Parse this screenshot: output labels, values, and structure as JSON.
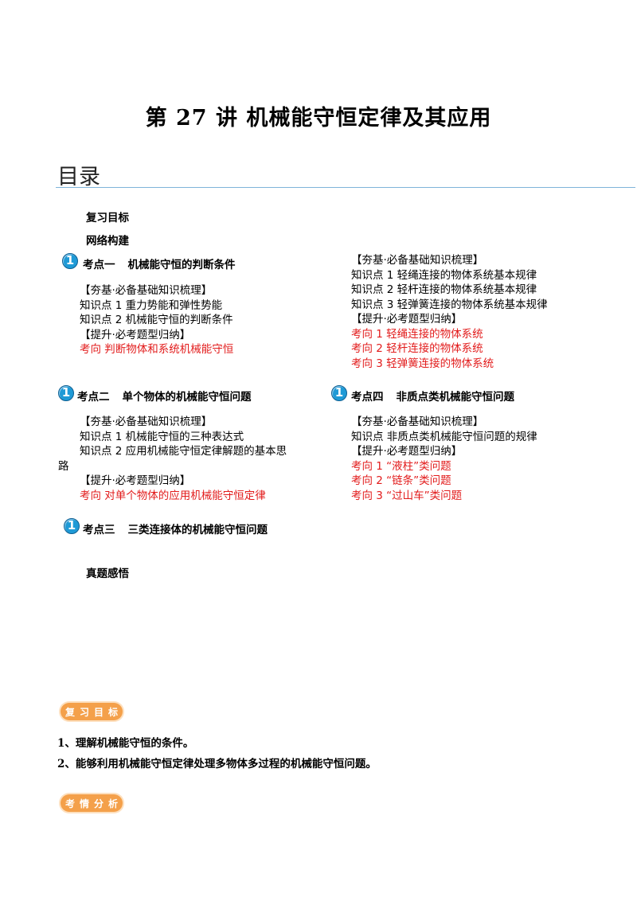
{
  "title": "第 27 讲  机械能守恒定律及其应用",
  "toc": {
    "heading": "目录",
    "review_goal": "复习目标",
    "network": "网络构建",
    "badge": "1",
    "kp1": {
      "label": "考点一",
      "title": "机械能守恒的判断条件",
      "lines": [
        {
          "text": "【夯基·必备基础知识梳理】",
          "red": false
        },
        {
          "text": "知识点 1  重力势能和弹性势能",
          "red": false
        },
        {
          "text": "知识点 2  机械能守恒的判断条件",
          "red": false
        },
        {
          "text": "【提升·必考题型归纳】",
          "red": false
        },
        {
          "text": "考向  判断物体和系统机械能守恒",
          "red": true
        }
      ]
    },
    "kp2": {
      "label": "考点二",
      "title": "单个物体的机械能守恒问题",
      "lines": [
        {
          "text": "【夯基·必备基础知识梳理】",
          "red": false
        },
        {
          "text": "知识点 1  机械能守恒的三种表达式",
          "red": false
        },
        {
          "text": "知识点 2  应用机械能守恒定律解题的基本思",
          "red": false
        },
        {
          "text": "路",
          "red": false
        },
        {
          "text": "【提升·必考题型归纳】",
          "red": false
        },
        {
          "text": "考向    对单个物体的应用机械能守恒定律",
          "red": true
        }
      ]
    },
    "kp3": {
      "label": "考点三",
      "title": "三类连接体的机械能守恒问题",
      "lines": [
        {
          "text": "【夯基·必备基础知识梳理】",
          "red": false
        },
        {
          "text": "知识点 1  轻绳连接的物体系统基本规律",
          "red": false
        },
        {
          "text": "知识点 2  轻杆连接的物体系统基本规律",
          "red": false
        },
        {
          "text": "知识点 3  轻弹簧连接的物体系统基本规律",
          "red": false
        },
        {
          "text": "【提升·必考题型归纳】",
          "red": false
        },
        {
          "text": "考向 1  轻绳连接的物体系统",
          "red": true
        },
        {
          "text": "考向 2  轻杆连接的物体系统",
          "red": true
        },
        {
          "text": "考向 3  轻弹簧连接的物体系统",
          "red": true
        }
      ]
    },
    "kp4": {
      "label": "考点四",
      "title": "非质点类机械能守恒问题",
      "lines": [
        {
          "text": "【夯基·必备基础知识梳理】",
          "red": false
        },
        {
          "text": "知识点    非质点类机械能守恒问题的规律",
          "red": false
        },
        {
          "text": "【提升·必考题型归纳】",
          "red": false
        },
        {
          "text": "考向 1  “液柱”类问题",
          "red": true
        },
        {
          "text": "考向 2  “链条”类问题",
          "red": true
        },
        {
          "text": "考向 3  “过山车”类问题",
          "red": true
        }
      ]
    },
    "real_exam": "真题感悟"
  },
  "section_goal": {
    "tag": [
      "复",
      "习",
      "目",
      "标"
    ],
    "items": [
      "1、理解机械能守恒的条件。",
      "2、能够利用机械能守恒定律处理多物体多过程的机械能守恒问题。"
    ]
  },
  "section_analysis": {
    "tag": [
      "考",
      "情",
      "分",
      "析"
    ]
  }
}
